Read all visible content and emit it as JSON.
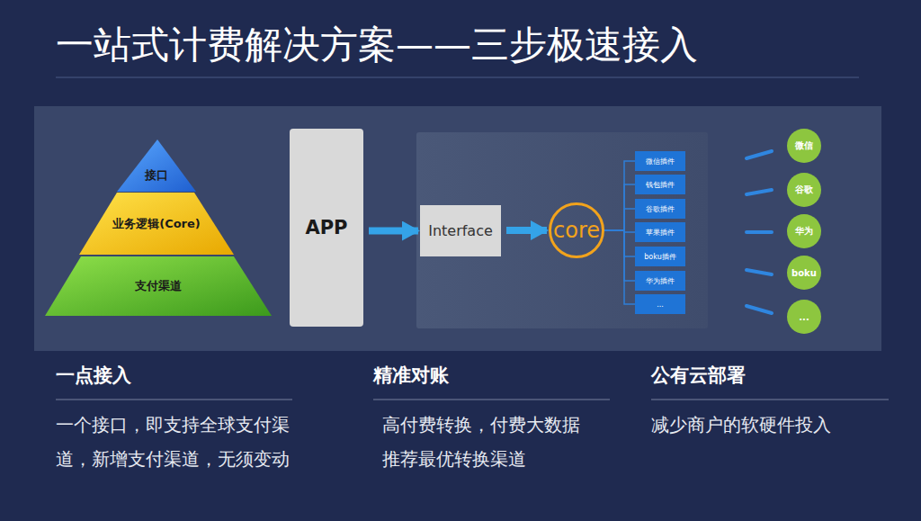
{
  "diagram": {
    "title": "一站式计费解决方案——三步极速接入",
    "nodes": [
      {
        "text": [
          "接口"
        ]
      },
      {
        "text": [
          "业务逻辑(Core)"
        ]
      },
      {
        "text": [
          "支付渠道"
        ]
      },
      {
        "text": [
          "APP"
        ]
      },
      {
        "text": [
          "Interface"
        ]
      },
      {
        "text": [
          "core"
        ]
      },
      {
        "text": [
          "微信插件"
        ]
      },
      {
        "text": [
          "钱包插件"
        ]
      },
      {
        "text": [
          "谷歌插件"
        ]
      },
      {
        "text": [
          "苹果插件"
        ]
      },
      {
        "text": [
          "boku插件"
        ]
      },
      {
        "text": [
          "华为插件"
        ]
      },
      {
        "text": [
          "..."
        ]
      },
      {
        "text": [
          "微信"
        ]
      },
      {
        "text": [
          "谷歌"
        ]
      },
      {
        "text": [
          "华为"
        ]
      },
      {
        "text": [
          "boku"
        ]
      },
      {
        "text": [
          "..."
        ]
      }
    ],
    "edges": [
      {
        "from": 3,
        "to": 4,
        "arrow": "to"
      },
      {
        "from": 4,
        "to": 5,
        "arrow": "to"
      },
      {
        "from": 5,
        "to": 6,
        "arrow": "none"
      },
      {
        "from": 5,
        "to": 7,
        "arrow": "none"
      },
      {
        "from": 5,
        "to": 8,
        "arrow": "none"
      },
      {
        "from": 5,
        "to": 9,
        "arrow": "none"
      },
      {
        "from": 5,
        "to": 10,
        "arrow": "none"
      },
      {
        "from": 5,
        "to": 11,
        "arrow": "none"
      },
      {
        "from": 5,
        "to": 12,
        "arrow": "none"
      }
    ],
    "labels": [
      "一点接入",
      "一个接口，即支持全球支付渠道，新增支付渠道，无须变动",
      "精准对账",
      "高付费转换，付费大数据推荐最优转换渠道",
      "公有云部署",
      "减少商户的软硬件投入"
    ]
  }
}
